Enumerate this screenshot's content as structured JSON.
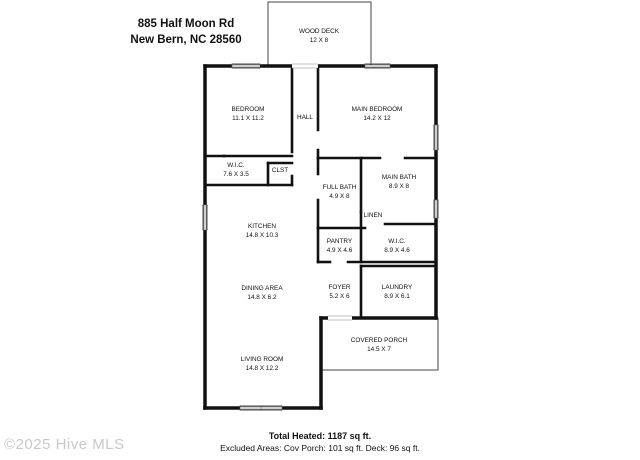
{
  "address": {
    "line1": "885 Half Moon Rd",
    "line2": "New Bern, NC 28560"
  },
  "rooms": {
    "wood_deck": {
      "name": "WOOD DECK",
      "dims": "12 X 8"
    },
    "bedroom": {
      "name": "BEDROOM",
      "dims": "11.1 X 11.2"
    },
    "hall": {
      "name": "HALL"
    },
    "main_bedroom": {
      "name": "MAIN BEDROOM",
      "dims": "14.2 X 12"
    },
    "wic_left": {
      "name": "W.I.C.",
      "dims": "7.6 X 3.5"
    },
    "closet": {
      "name": "CLST"
    },
    "full_bath": {
      "name": "FULL BATH",
      "dims": "4.9 X 8"
    },
    "main_bath": {
      "name": "MAIN BATH",
      "dims": "8.9 X 8"
    },
    "linen": {
      "name": "LINEN"
    },
    "kitchen": {
      "name": "KITCHEN",
      "dims": "14.8 X 10.3"
    },
    "pantry": {
      "name": "PANTRY",
      "dims": "4.9 X 4.6"
    },
    "wic_right": {
      "name": "W.I.C.",
      "dims": "8.9 X 4.6"
    },
    "dining_area": {
      "name": "DINING AREA",
      "dims": "14.8 X 6.2"
    },
    "foyer": {
      "name": "FOYER",
      "dims": "5.2 X 6"
    },
    "laundry": {
      "name": "LAUNDRY",
      "dims": "8.9 X 6.1"
    },
    "covered_porch": {
      "name": "COVERED PORCH",
      "dims": "14.5 X 7"
    },
    "living_room": {
      "name": "LIVING ROOM",
      "dims": "14.8 X 12.2"
    }
  },
  "totals": {
    "heated": "Total Heated: 1187 sq ft.",
    "excluded": "Excluded Areas: Cov Porch: 101 sq ft. Deck: 96 sq ft."
  },
  "watermark": "©2025 Hive MLS",
  "colors": {
    "wall": "#111111",
    "thin_line": "#444444",
    "window": "#bbbbbb",
    "background": "#ffffff"
  }
}
